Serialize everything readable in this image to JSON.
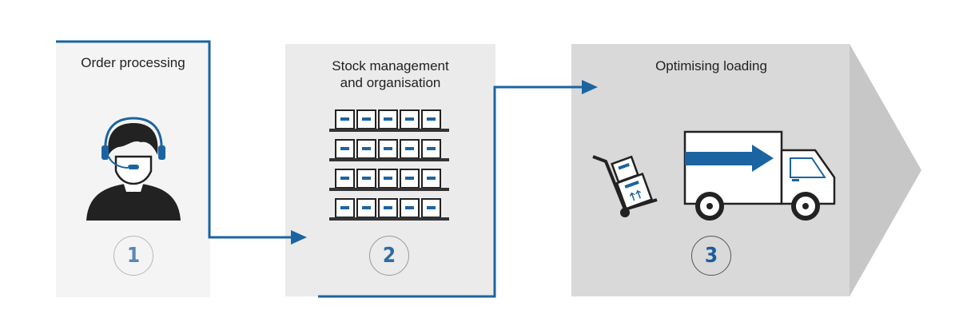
{
  "steps": [
    {
      "label": "Order processing",
      "number": "1"
    },
    {
      "label": "Stock management\nand organisation",
      "number": "2"
    },
    {
      "label": "Optimising loading",
      "number": "3"
    }
  ],
  "icons": [
    "headset-operator-icon",
    "warehouse-shelves-icon",
    "hand-truck-icon",
    "delivery-truck-icon"
  ],
  "colors": {
    "accent": "#1b64a2",
    "panel1": "#f4f4f4",
    "panel2": "#ebebeb",
    "panel3": "#d9d9d9",
    "arrow_tip": "#c7c7c7",
    "icon_dark": "#222222"
  }
}
